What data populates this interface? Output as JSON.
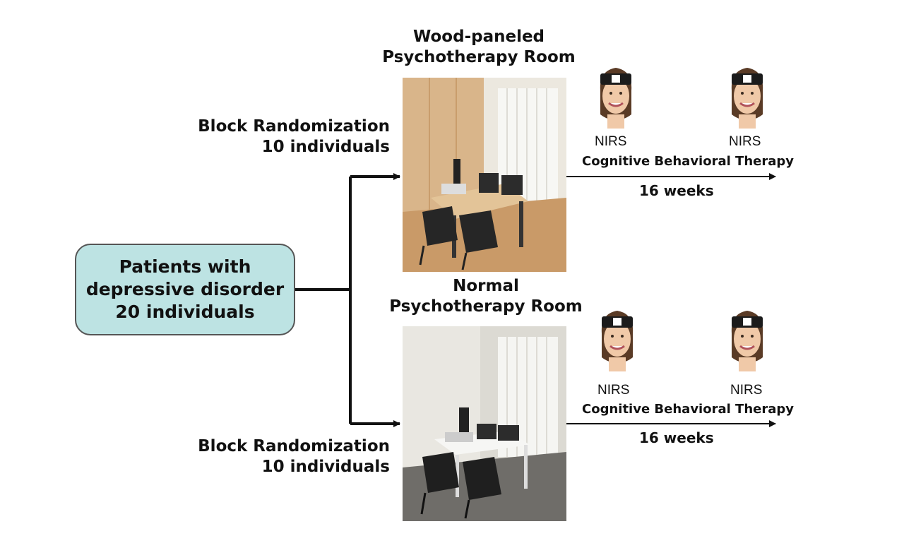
{
  "patients": {
    "line1": "Patients with",
    "line2": "depressive disorder",
    "line3": "20 individuals"
  },
  "upper": {
    "randomization_line1": "Block Randomization",
    "randomization_line2": "10 individuals",
    "room_title_line1": "Wood-paneled",
    "room_title_line2": "Psychotherapy Room",
    "nirs_pre": "NIRS",
    "nirs_post": "NIRS",
    "therapy": "Cognitive Behavioral Therapy",
    "duration": "16 weeks"
  },
  "lower": {
    "randomization_line1": "Block Randomization",
    "randomization_line2": "10 individuals",
    "room_title_line1": "Normal",
    "room_title_line2": "Psychotherapy Room",
    "nirs_pre": "NIRS",
    "nirs_post": "NIRS",
    "therapy": "Cognitive Behavioral Therapy",
    "duration": "16 weeks"
  },
  "colors": {
    "patients_box_fill": "#bde3e3",
    "wood": "#d9b58a",
    "arrow": "#111111"
  }
}
